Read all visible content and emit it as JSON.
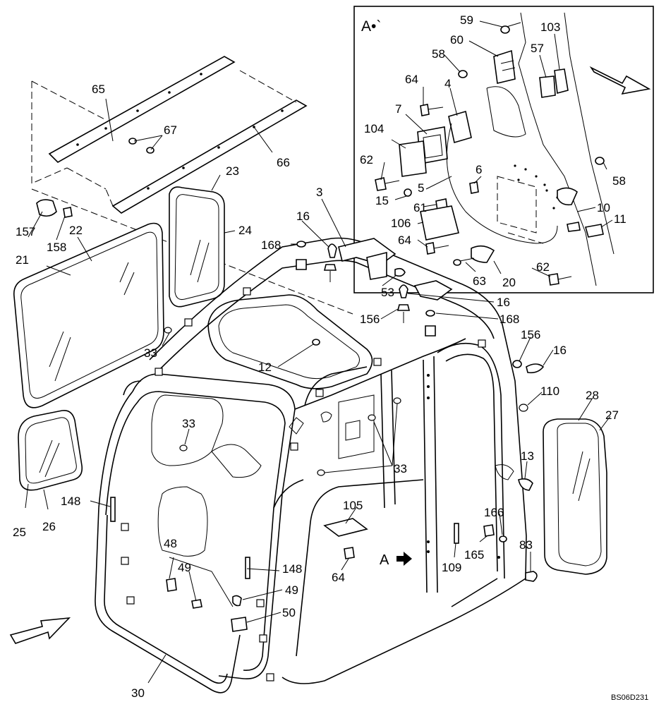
{
  "detail_view": {
    "label": "A•`"
  },
  "view_arrow": {
    "label": "A"
  },
  "drawing_code": "BS06D231",
  "labels": {
    "l59": "59",
    "l60": "60",
    "l103": "103",
    "l57": "57",
    "l58a": "58",
    "l64a": "64",
    "l4": "4",
    "l7": "7",
    "l104": "104",
    "l62a": "62",
    "l6": "6",
    "l58b": "58",
    "l5": "5",
    "l15": "15",
    "l61": "61",
    "l10": "10",
    "l11": "11",
    "l106": "106",
    "l64b": "64",
    "l62b": "62",
    "l63": "63",
    "l20": "20",
    "l65": "65",
    "l67": "67",
    "l66": "66",
    "l23": "23",
    "l24": "24",
    "l157": "157",
    "l158": "158",
    "l22": "22",
    "l21": "21",
    "l168a": "168",
    "l3": "3",
    "l16a": "16",
    "l53": "53",
    "l16b": "16",
    "l156a": "156",
    "l168b": "168",
    "l156b": "156",
    "l16c": "16",
    "l33a": "33",
    "l12": "12",
    "l110": "110",
    "l28": "28",
    "l27": "27",
    "l33b": "33",
    "l33c": "33",
    "l13": "13",
    "l25": "25",
    "l26": "26",
    "l148a": "148",
    "l105": "105",
    "l166": "166",
    "l83": "83",
    "l48": "48",
    "l64c": "64",
    "l165": "165",
    "l109": "109",
    "l49a": "49",
    "l148b": "148",
    "l49b": "49",
    "l50": "50",
    "l30": "30"
  }
}
